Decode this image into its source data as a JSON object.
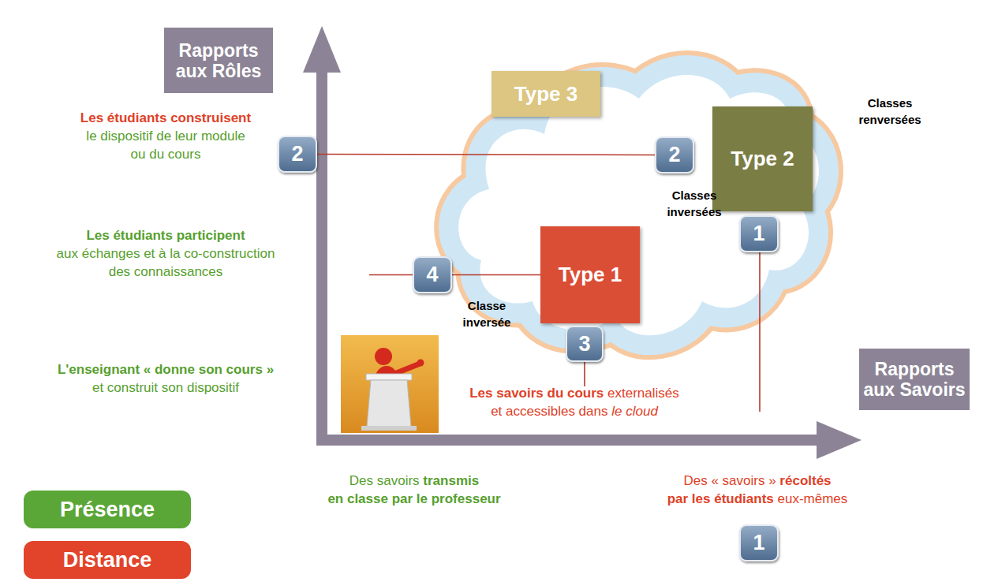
{
  "diagram": {
    "nodes": [
      {
        "text": [
          "Rapports aux Rôles"
        ]
      },
      {
        "text": [
          "Type 3"
        ]
      },
      {
        "text": [
          "2"
        ]
      },
      {
        "text": [
          "2"
        ]
      },
      {
        "text": [
          "Type 2"
        ]
      },
      {
        "text": [
          "1"
        ]
      },
      {
        "text": [
          "4"
        ]
      },
      {
        "text": [
          "Type 1"
        ]
      },
      {
        "text": [
          "3"
        ]
      },
      {
        "text": [
          "Rapports aux Savoirs"
        ]
      },
      {
        "text": [
          "1"
        ]
      }
    ],
    "edges": [
      {
        "from": 2,
        "to": 3,
        "arrow": "none"
      },
      {
        "from": 6,
        "to": 7,
        "arrow": "none"
      }
    ],
    "labels": [
      "Les étudiants construisent",
      "le dispositif de leur module ou du cours",
      "Les étudiants participent",
      "aux échanges et à la co-construction des connaissances",
      "L'enseignant « donne son cours »",
      "et construit son dispositif",
      "Classes renversées",
      "Classes inversées",
      "Classe inversée",
      "Les savoirs du cours",
      "externalisés",
      "et accessibles dans",
      "le cloud",
      "Des savoirs",
      "transmis",
      "en classe par le professeur",
      "Des « savoirs »",
      "récoltés",
      "par les étudiants",
      "eux-mêmes"
    ],
    "legend": [
      {
        "text": "Présence",
        "color": "#5aa637"
      },
      {
        "text": "Distance",
        "color": "#e1442b"
      }
    ]
  }
}
